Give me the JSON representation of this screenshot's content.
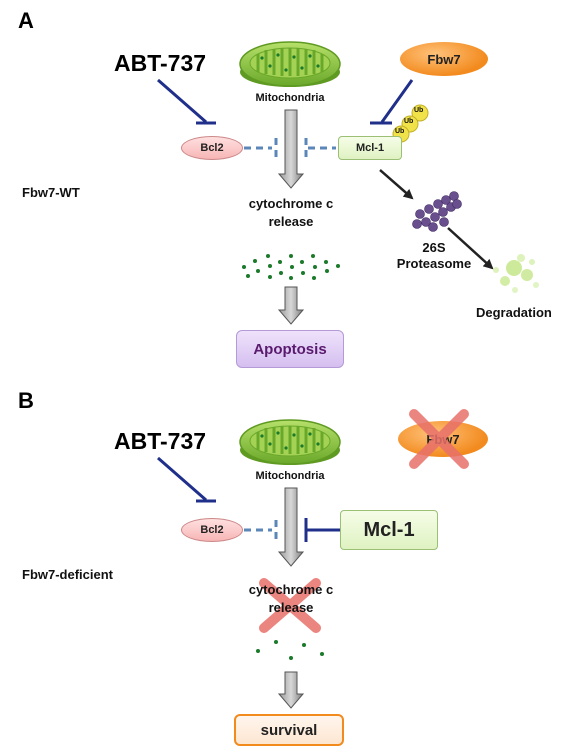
{
  "panel_a": {
    "label": "A",
    "drug": "ABT-737",
    "mito_label": "Mitochondria",
    "fbw7": "Fbw7",
    "bcl2": "Bcl2",
    "mcl1": "Mcl-1",
    "ub": "Ub",
    "condition": "Fbw7-WT",
    "cyto_line1": "cytochrome c",
    "cyto_line2": "release",
    "proteasome_line1": "26S",
    "proteasome_line2": "Proteasome",
    "degradation": "Degradation",
    "outcome": "Apoptosis"
  },
  "panel_b": {
    "label": "B",
    "drug": "ABT-737",
    "mito_label": "Mitochondria",
    "fbw7": "Fbw7",
    "bcl2": "Bcl2",
    "mcl1": "Mcl-1",
    "condition": "Fbw7-deficient",
    "cyto_line1": "cytochrome c",
    "cyto_line2": "release",
    "outcome": "survival"
  },
  "colors": {
    "inhibit_line": "#1f2f8a",
    "dashed_inhibit": "#5b86b8",
    "arrow_gray": "#7a7a7a",
    "mito_green": "#8cc63f",
    "dot_green": "#1a7a2a",
    "cross_red": "#e8706a",
    "proteasome": "#6a4f8f",
    "ub_yellow": "#f2e24a"
  }
}
